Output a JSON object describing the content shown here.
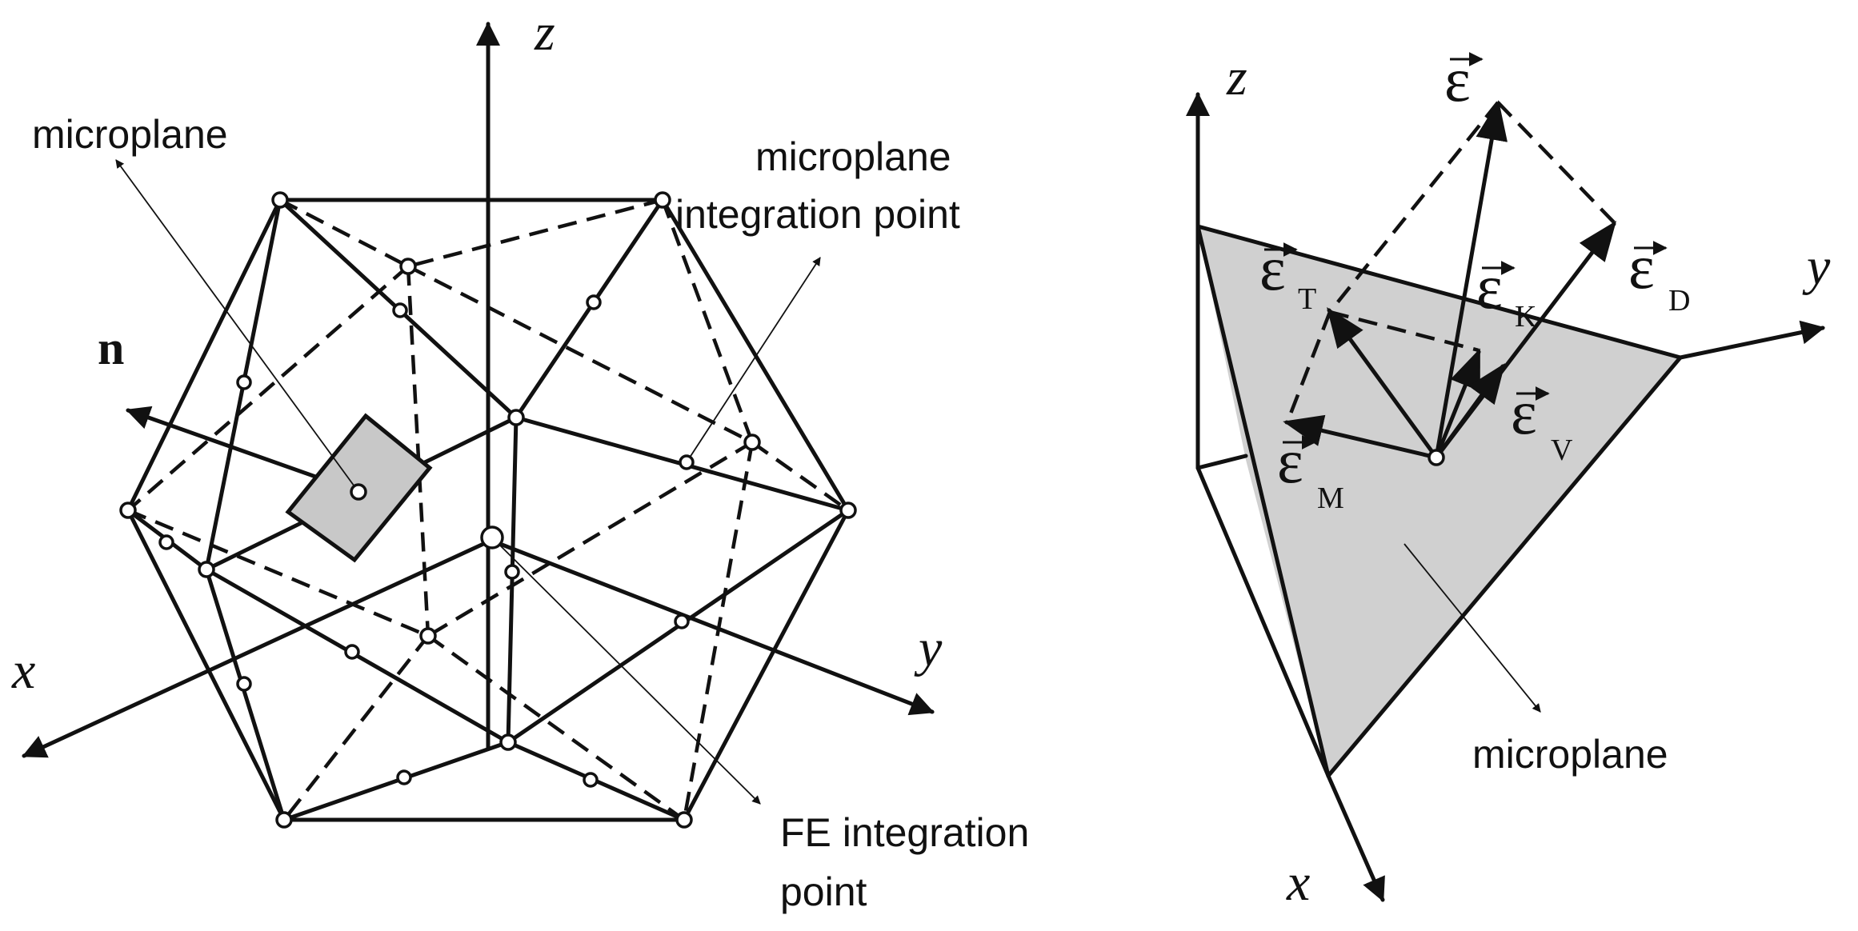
{
  "left": {
    "axis_x": "x",
    "axis_y": "y",
    "axis_z": "z",
    "normal": "n",
    "microplane_label": "microplane",
    "mip_line1": "microplane",
    "mip_line2": "integration point",
    "fe_line1": "FE integration",
    "fe_line2": "point"
  },
  "right": {
    "axis_x": "x",
    "axis_y": "y",
    "axis_z": "z",
    "eps": "ε",
    "sub_T": "T",
    "sub_K": "K",
    "sub_D": "D",
    "sub_V": "V",
    "sub_M": "M",
    "microplane_label": "microplane"
  },
  "colors": {
    "line": "#111111",
    "microplane_fill": "#d0d0d0",
    "background": "#ffffff"
  }
}
